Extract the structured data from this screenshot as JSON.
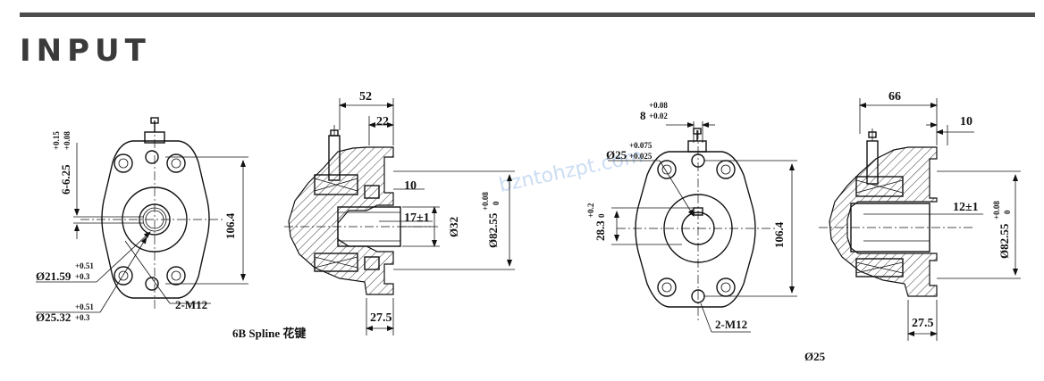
{
  "section": {
    "title": "INPUT"
  },
  "watermark": "bzntohzpt.com",
  "spline": {
    "tol_a": "6-6.25",
    "tol_a_up": "+0.15",
    "tol_a_low": "+0.08",
    "d1": "Ø21.59",
    "d1_up": "+0.51",
    "d1_low": "+0.3",
    "d2": "Ø25.32",
    "d2_up": "+0.51",
    "d2_low": "+0.3",
    "holes": "2-M12",
    "height": "106.4",
    "caption": "6B Spline 花键"
  },
  "spline_section": {
    "w52": "52",
    "w22": "22",
    "d10": "10",
    "d17": "17±1",
    "d32": "Ø32",
    "d82": "Ø82.55",
    "d82_up": "+0.08",
    "d82_low": "0",
    "w27": "27.5"
  },
  "key": {
    "w8": "8",
    "w8_up": "+0.08",
    "w8_low": "+0.02",
    "d25": "Ø25",
    "d25_up": "+0.075",
    "d25_low": "+0.025",
    "h28": "28.3",
    "h28_up": "+0.2",
    "h28_low": "0",
    "holes": "2-M12",
    "height": "106.4",
    "caption": "Ø25"
  },
  "key_section": {
    "w66": "66",
    "w10": "10",
    "d12": "12±1",
    "d82": "Ø82.55",
    "d82_up": "+0.08",
    "d82_low": "0",
    "w27": "27.5"
  }
}
